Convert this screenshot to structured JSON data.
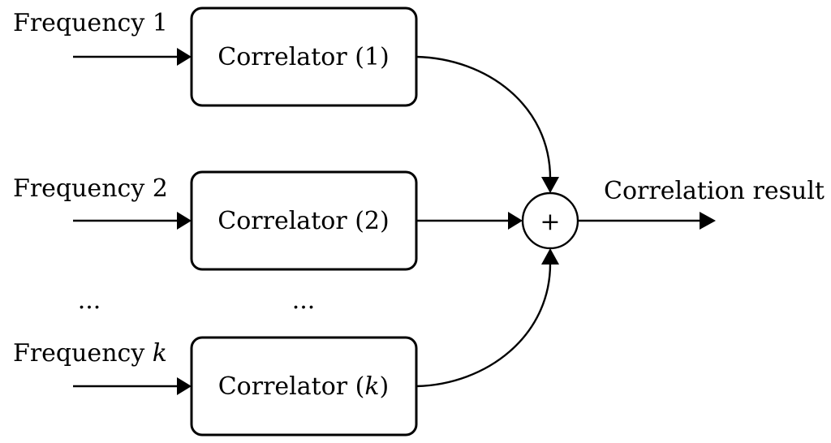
{
  "inputs": [
    {
      "prefix": "Frequency ",
      "index": "1",
      "index_italic": false
    },
    {
      "prefix": "Frequency ",
      "index": "2",
      "index_italic": false
    },
    {
      "prefix": "Frequency ",
      "index": "k",
      "index_italic": true
    }
  ],
  "correlators": [
    {
      "prefix": "Correlator (",
      "index": "1",
      "suffix": ")",
      "index_italic": false
    },
    {
      "prefix": "Correlator (",
      "index": "2",
      "suffix": ")",
      "index_italic": false
    },
    {
      "prefix": "Correlator (",
      "index": "k",
      "suffix": ")",
      "index_italic": true
    }
  ],
  "ellipsis": {
    "inputs": "...",
    "correlators": "..."
  },
  "summing_junction": {
    "symbol": "+"
  },
  "output": {
    "label": "Correlation result"
  }
}
